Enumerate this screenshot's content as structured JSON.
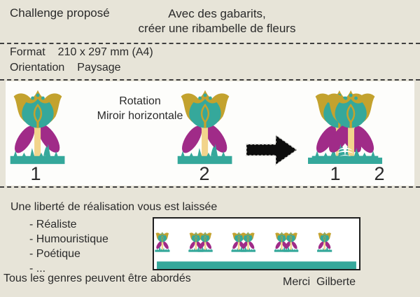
{
  "colors": {
    "background": "#e7e4d8",
    "panel_white": "#fdfdfb",
    "text": "#2a2a2a",
    "divider": "#3f3f3f",
    "teal": "#35a89b",
    "gold": "#c3a22e",
    "magenta": "#a02b88",
    "stem_yellow": "#f2d48c",
    "arrow_black": "#0d0d0d"
  },
  "header": {
    "title": "Challenge proposé",
    "subtitle_line1": "Avec des gabarits,",
    "subtitle_line2": "créer une ribambelle de fleurs"
  },
  "format_section": {
    "format_label": "Format",
    "format_value": "210 x 297 mm (A4)",
    "orientation_label": "Orientation",
    "orientation_value": "Paysage"
  },
  "diagram": {
    "operation_line1": "Rotation",
    "operation_line2": "Miroir horizontale",
    "source_labels": [
      "1",
      "2"
    ],
    "result_labels": [
      "1",
      "2"
    ]
  },
  "freedom_section": {
    "intro": "Une liberté de réalisation vous est laissée",
    "items": [
      "- Réaliste",
      "- Humouristique",
      "- Poétique",
      "- ..."
    ],
    "outro": "Tous les genres peuvent être abordés",
    "thanks": "Merci  Gilberte"
  }
}
